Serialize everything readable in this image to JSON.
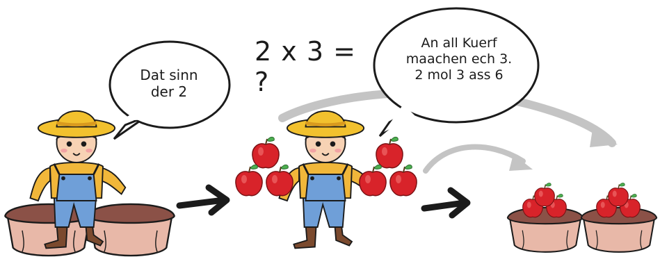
{
  "equation": "2 x 3 = ?",
  "bubble_left": {
    "line1": "Dat sinn",
    "line2": "der 2"
  },
  "bubble_right": {
    "line1": "An all Kuerf",
    "line2": "maachen ech 3.",
    "line3": "2 mol 3 ass 6"
  },
  "colors": {
    "apple": "#d8232a",
    "hat": "#f2c12e",
    "overalls": "#6f9fd8",
    "shirt": "#f1b73a",
    "basket": "#c98b80",
    "basket_rim": "#8b5147",
    "arrow_gray": "#c4c4c4",
    "ink": "#1b1b1b"
  },
  "icons": [
    "farmer-boy-icon",
    "basket-icon",
    "apple-icon",
    "arrow-icon",
    "speech-bubble-icon"
  ]
}
